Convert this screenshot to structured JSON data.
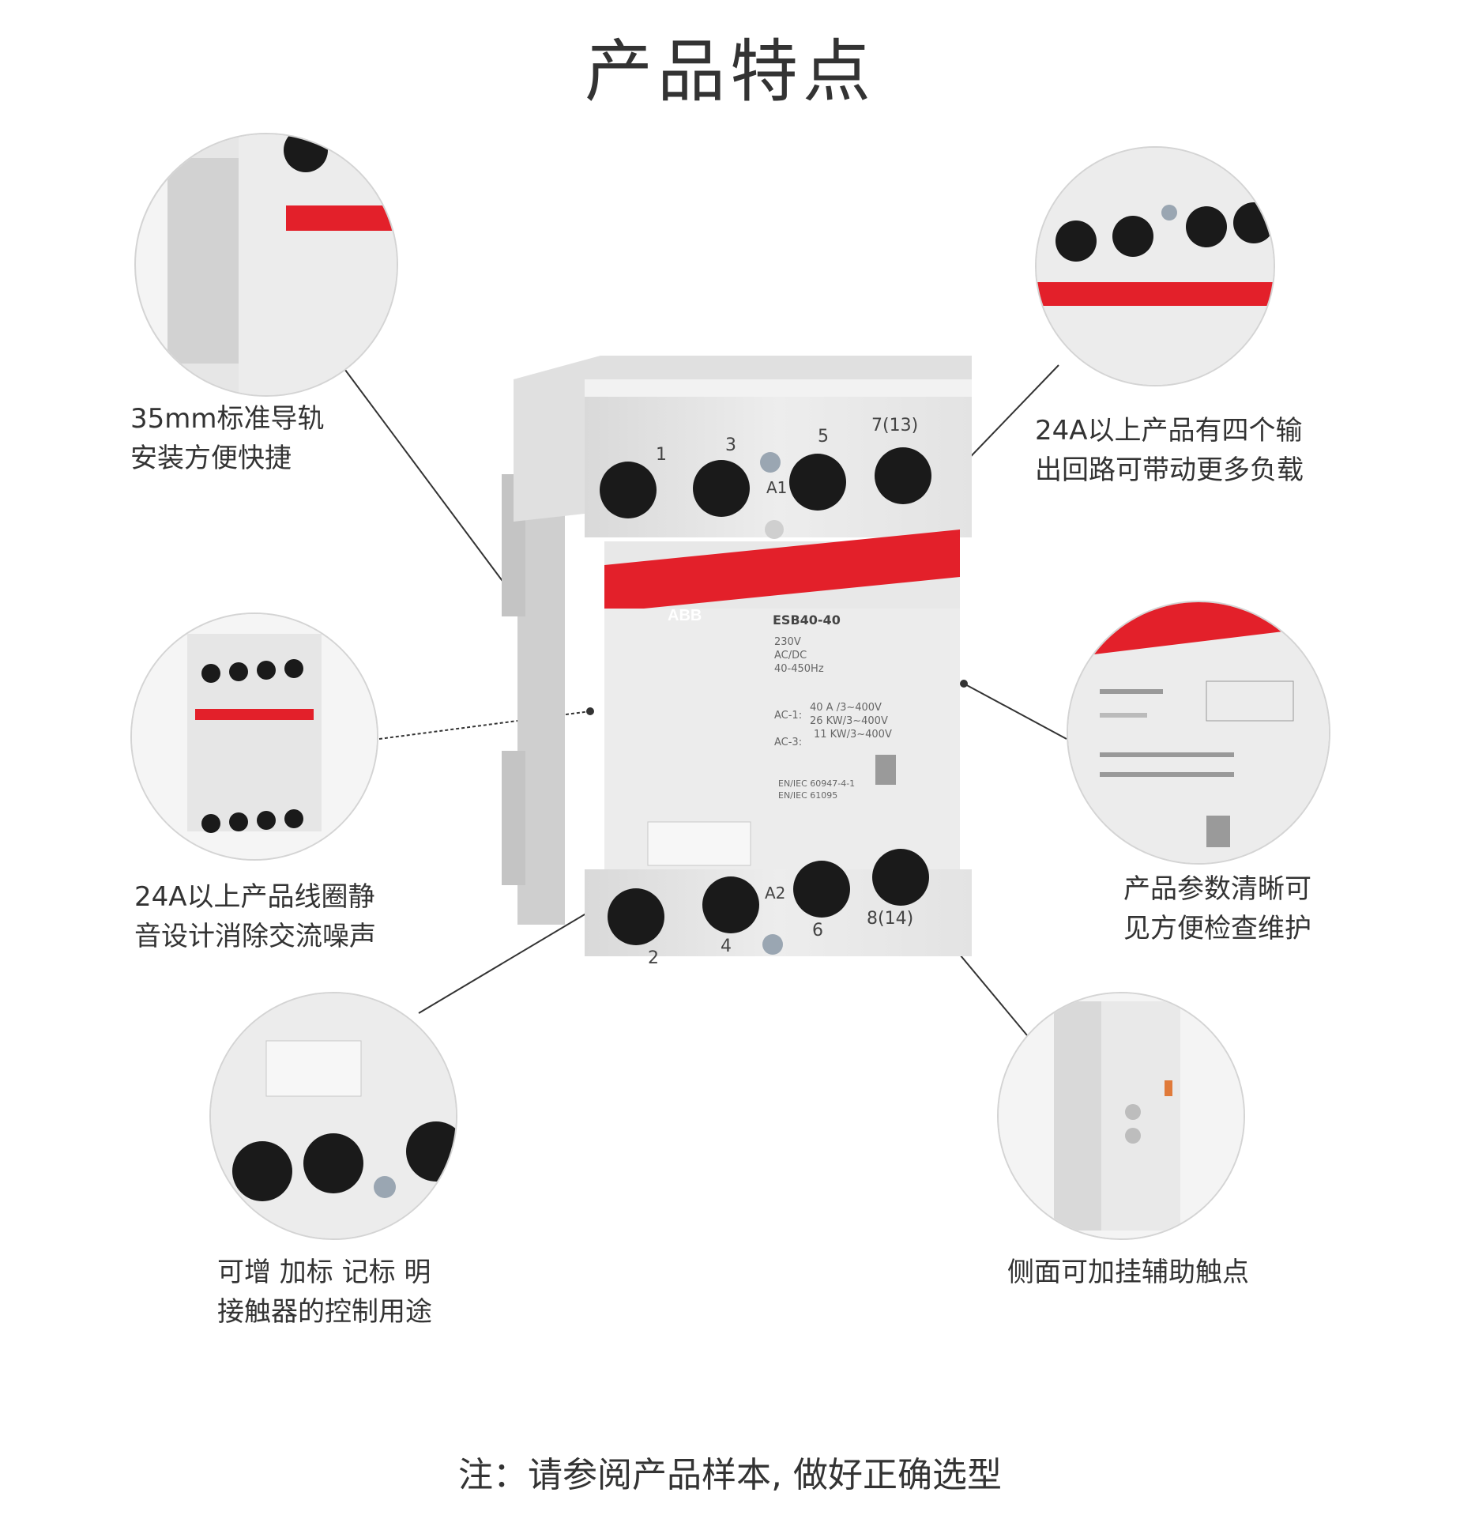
{
  "title": "产品特点",
  "features": [
    {
      "id": "rail",
      "lines": [
        "35mm标准导轨",
        "安装方便快捷"
      ]
    },
    {
      "id": "outputs",
      "lines": [
        "24A以上产品有四个输",
        "出回路可带动更多负载"
      ]
    },
    {
      "id": "silent",
      "lines": [
        "24A以上产品线圈静",
        "音设计消除交流噪声"
      ]
    },
    {
      "id": "params",
      "lines": [
        "产品参数清晰可",
        "见方便检查维护"
      ]
    },
    {
      "id": "marking",
      "lines": [
        "可增 加标 记标 明",
        "接触器的控制用途"
      ]
    },
    {
      "id": "aux",
      "lines": [
        "侧面可加挂辅助触点"
      ]
    }
  ],
  "product": {
    "brand": "ABB",
    "model": "ESB40-40",
    "specs": [
      "230V",
      "AC/DC",
      "40-450Hz"
    ],
    "ac1": [
      "AC-1:",
      "40 A /3~400V",
      "26 KW/3~400V"
    ],
    "ac3": [
      "AC-3:",
      "11 KW/3~400V"
    ],
    "standards": [
      "EN/IEC 60947-4-1",
      "EN/IEC 61095"
    ],
    "top_terminals": [
      "1",
      "3",
      "5",
      "7(13)"
    ],
    "bottom_terminals": [
      "2",
      "4",
      "6",
      "8(14)"
    ],
    "coil_top": "A1",
    "coil_bottom": "A2"
  },
  "note": "注：请参阅产品样本, 做好正确选型",
  "colors": {
    "brand_red": "#e3202a",
    "body_grey": "#e9e9e9",
    "hole": "#1a1a1a"
  }
}
